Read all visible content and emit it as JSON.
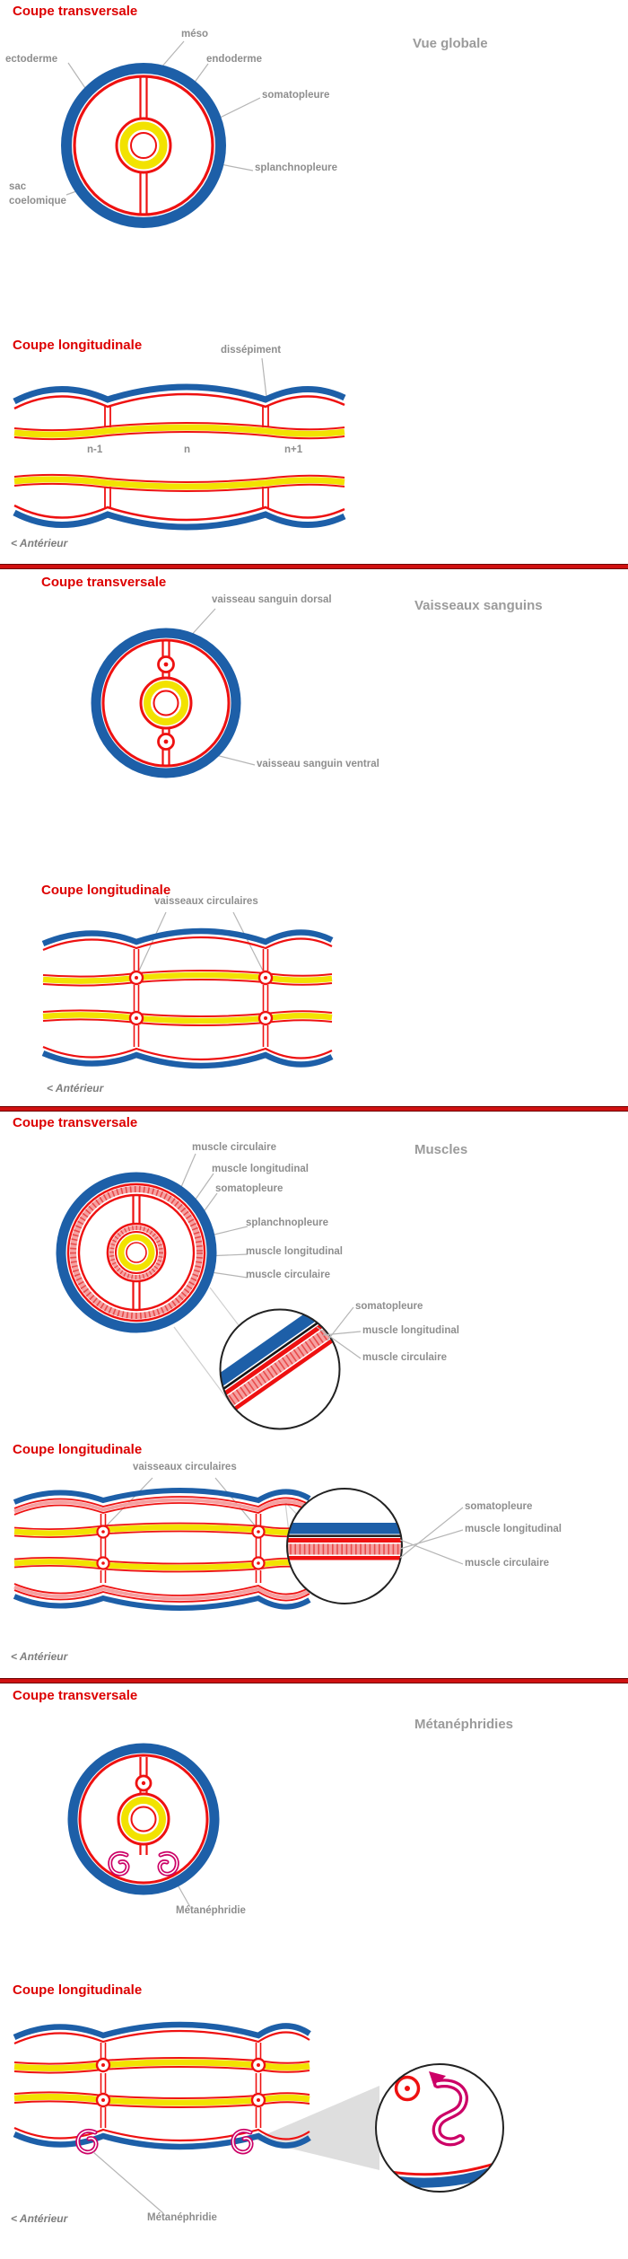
{
  "colors": {
    "section_title_red": "#dd0000",
    "heading_gray": "#9b9b9b",
    "label_gray": "#8e8e8e",
    "separator_red": "#d01010",
    "ectoderm_blue": "#1d5fa8",
    "membrane_red": "#ee1111",
    "endoderm_yellow": "#f2e200",
    "muscle_pink": "#f6a0a0",
    "nephridia_magenta": "#cc0066"
  },
  "sections": {
    "global": {
      "ct_title": "Coupe transversale",
      "cl_title": "Coupe longitudinale",
      "heading": "Vue globale",
      "anterieur": "< Antérieur",
      "labels": {
        "meso": "méso",
        "ectoderme": "ectoderme",
        "endoderme": "endoderme",
        "somatopleure": "somatopleure",
        "splanchnopleure": "splanchnopleure",
        "sac_line1": "sac",
        "sac_line2": "coelomique",
        "dissepiment": "dissépiment",
        "seg_prev": "n-1",
        "seg_cur": "n",
        "seg_next": "n+1"
      }
    },
    "vessels": {
      "ct_title": "Coupe transversale",
      "cl_title": "Coupe longitudinale",
      "heading": "Vaisseaux sanguins",
      "anterieur": "< Antérieur",
      "labels": {
        "dorsal": "vaisseau sanguin dorsal",
        "ventral": "vaisseau sanguin ventral",
        "circulaires": "vaisseaux circulaires"
      }
    },
    "muscles": {
      "ct_title": "Coupe transversale",
      "cl_title": "Coupe longitudinale",
      "heading": "Muscles",
      "anterieur": "< Antérieur",
      "labels": {
        "muscle_circulaire_wall": "muscle circulaire",
        "muscle_longitudinal_wall": "muscle longitudinal",
        "somatopleure_wall": "somatopleure",
        "splanchnopleure_gut": "splanchnopleure",
        "muscle_longitudinal_gut": "muscle longitudinal",
        "muscle_circulaire_gut": "muscle circulaire",
        "inset_ct_somatopleure": "somatopleure",
        "inset_ct_muscle_longitudinal": "muscle longitudinal",
        "inset_ct_muscle_circulaire": "muscle circulaire",
        "circulaires": "vaisseaux circulaires",
        "inset_cl_somatopleure": "somatopleure",
        "inset_cl_muscle_longitudinal": "muscle longitudinal",
        "inset_cl_muscle_circulaire": "muscle circulaire"
      }
    },
    "nephridia": {
      "ct_title": "Coupe transversale",
      "cl_title": "Coupe longitudinale",
      "heading": "Métanéphridies",
      "anterieur": "< Antérieur",
      "labels": {
        "metanephridie_ct": "Métanéphridie",
        "metanephridie_cl": "Métanéphridie"
      }
    }
  }
}
